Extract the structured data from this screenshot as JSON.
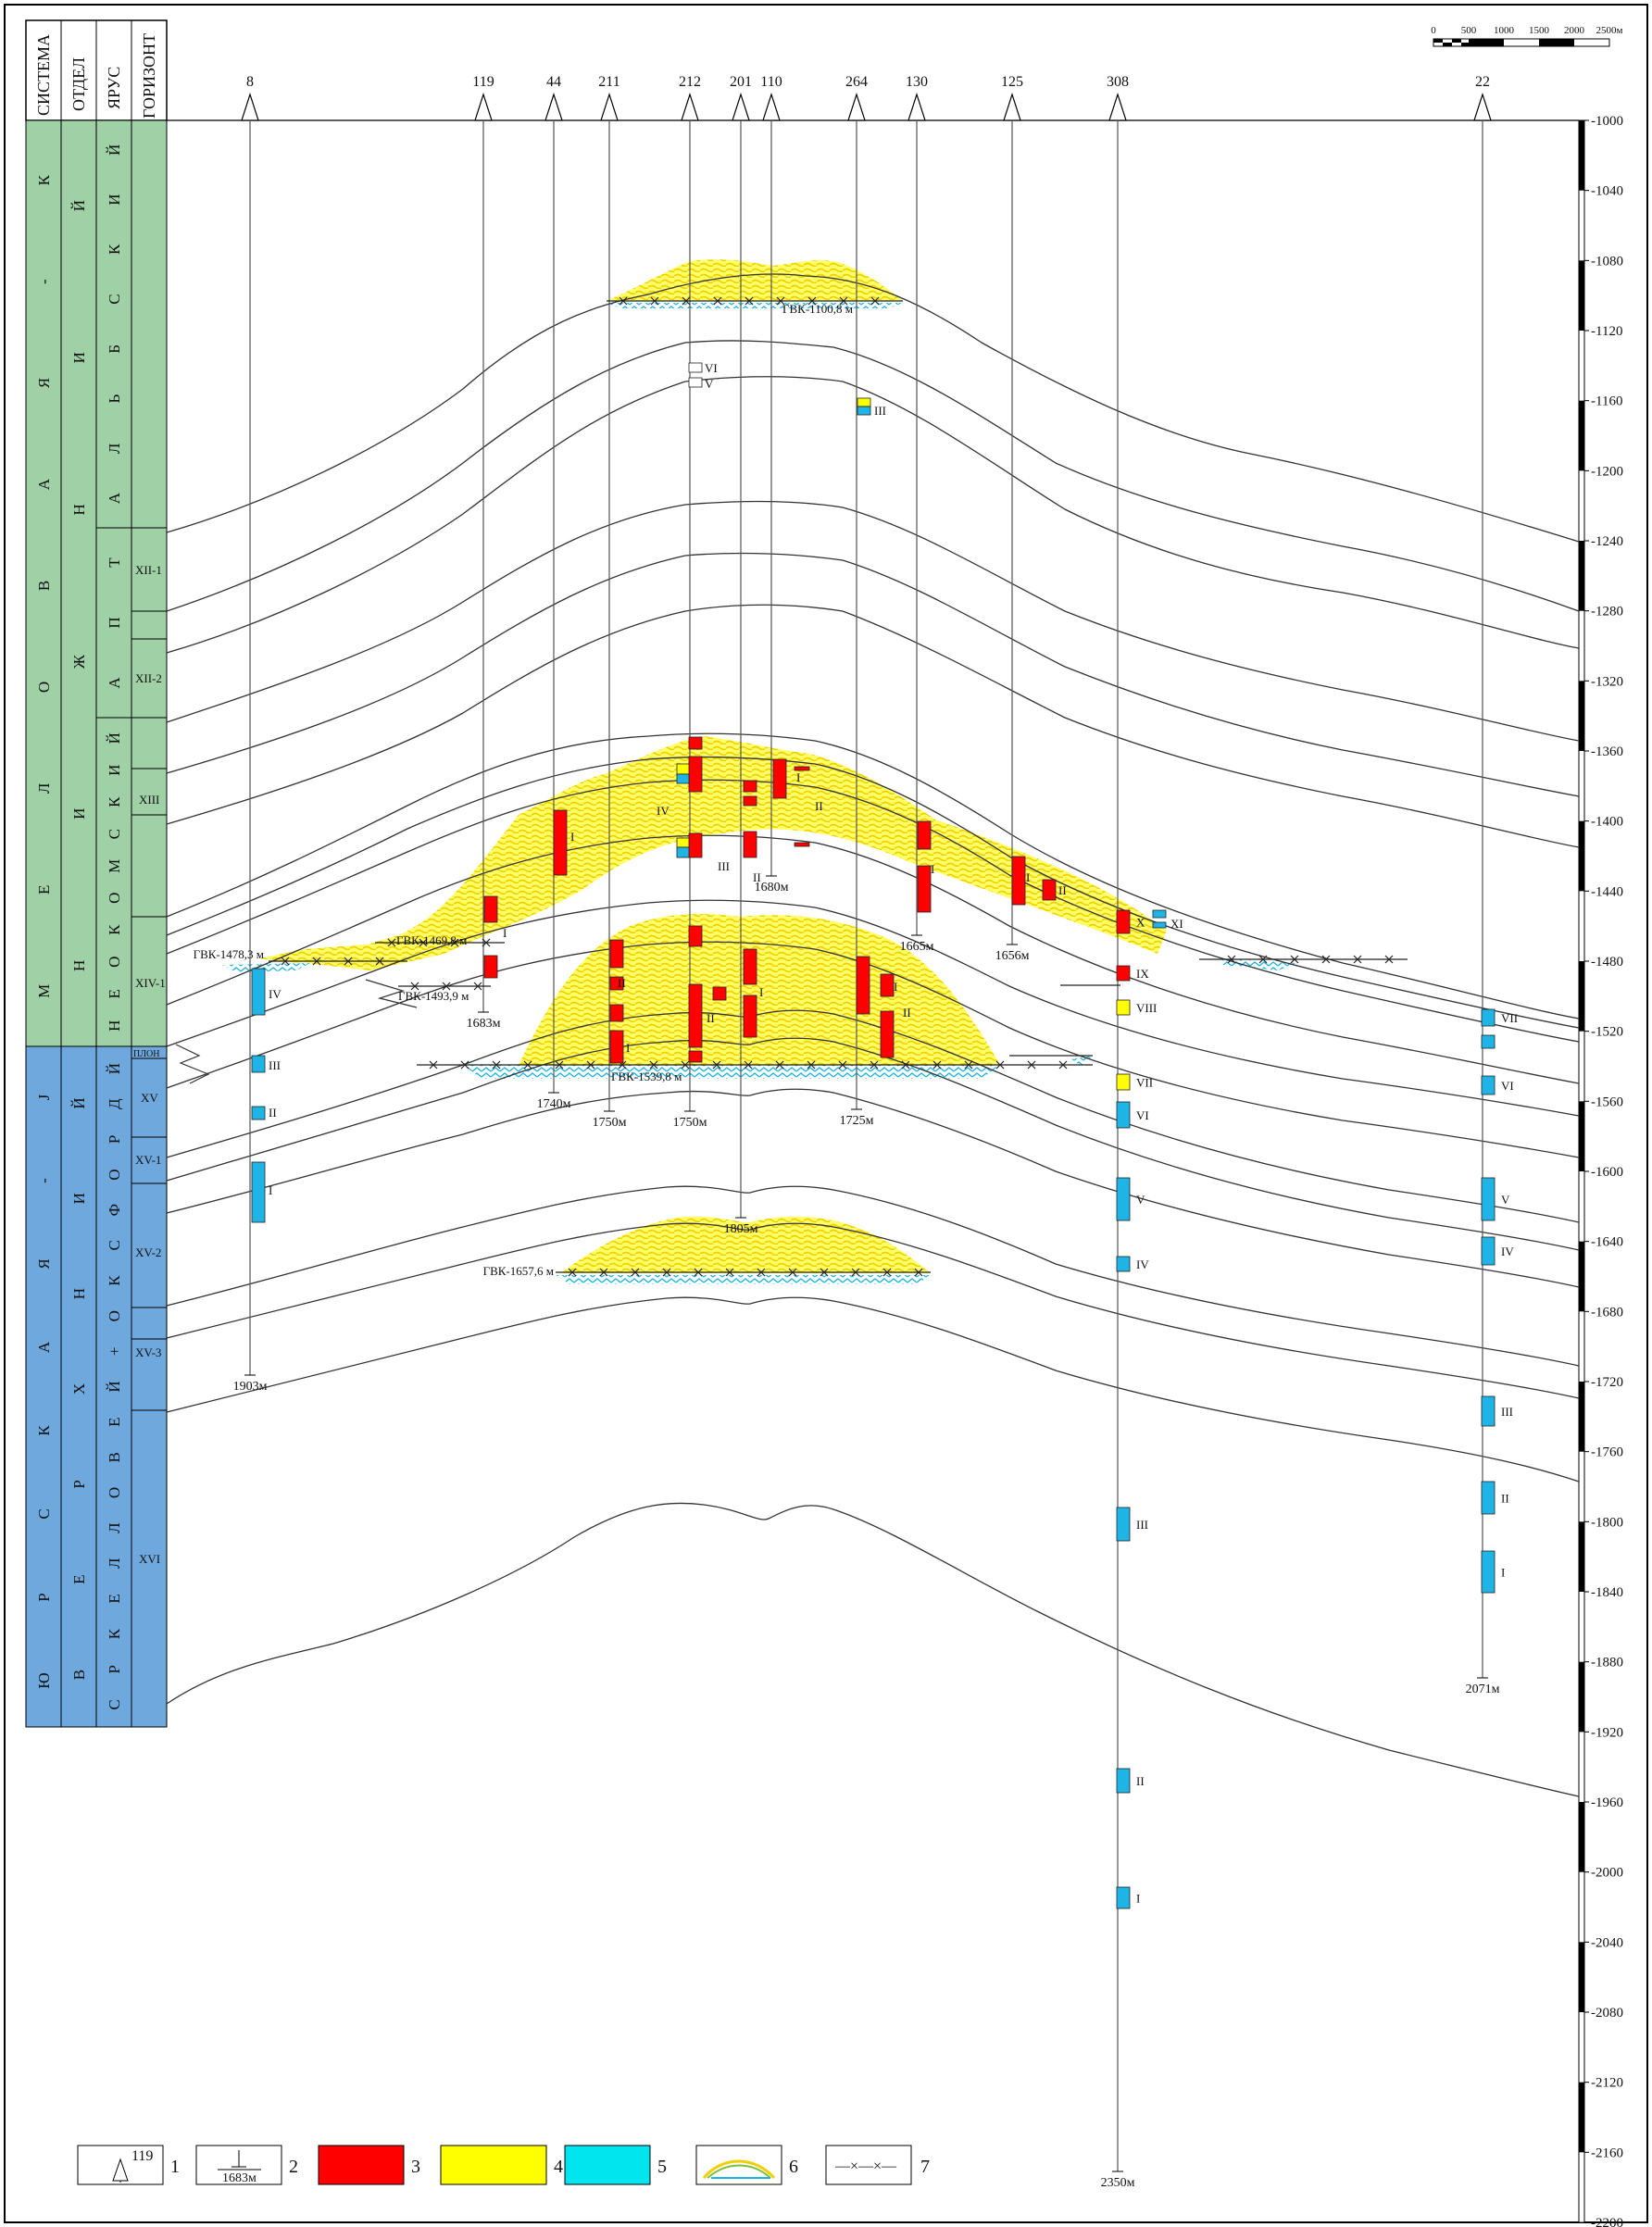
{
  "columns": {
    "headers": [
      "СИСТЕМА",
      "ОТДЕЛ",
      "ЯРУС",
      "ГОРИЗОНТ"
    ],
    "sistema": [
      {
        "text": "М Е Л О В А Я - К",
        "letters": [
          "К",
          "-",
          "Я",
          "А",
          "В",
          "О",
          "Л",
          "Е",
          "М"
        ],
        "color": "#9fd0a6"
      },
      {
        "text": "Ю Р С К А Я - J",
        "letters": [
          "J",
          "-",
          "Я",
          "А",
          "К",
          "С",
          "Р",
          "Ю"
        ],
        "color": "#6fa8dc"
      }
    ],
    "otdel": [
      {
        "letters": [
          "Й",
          "И",
          "Н",
          "Ж",
          "И",
          "Н"
        ],
        "color": "#9fd0a6"
      },
      {
        "letters": [
          "Й",
          "И",
          "Н",
          "Х",
          "Р",
          "Е",
          "В"
        ],
        "color": "#6fa8dc"
      }
    ],
    "yarus": [
      {
        "letters": [
          "Й",
          "И",
          "К",
          "С",
          "Б",
          "Ь",
          "Л",
          "А"
        ],
        "color": "#9fd0a6"
      },
      {
        "letters": [
          "Т",
          "П",
          "А"
        ],
        "color": "#9fd0a6"
      },
      {
        "letters": [
          "Й",
          "И",
          "К",
          "С",
          "М",
          "О",
          "К",
          "О",
          "Е",
          "Н"
        ],
        "color": "#9fd0a6"
      },
      {
        "letters": [
          "Й",
          "Д",
          "Р",
          "О",
          "Ф",
          "С",
          "К",
          "О",
          "+",
          "Й",
          "Е",
          "В",
          "О",
          "Л",
          "Л",
          "Е",
          "К",
          "Р",
          "С"
        ],
        "color": "#6fa8dc"
      }
    ],
    "gorizont": [
      "XII-1",
      "XII-2",
      "XIII",
      "XIV-1",
      "ПЛОН",
      "XV",
      "XV-1",
      "XV-2",
      "XV-3",
      "XVI"
    ]
  },
  "wells": [
    {
      "name": "8",
      "bottom": "1903м"
    },
    {
      "name": "119",
      "bottom": "1683м"
    },
    {
      "name": "44",
      "bottom": "1740м"
    },
    {
      "name": "211",
      "bottom": "1750м"
    },
    {
      "name": "212",
      "bottom": "1750м"
    },
    {
      "name": "201",
      "bottom": "1805м"
    },
    {
      "name": "110",
      "bottom": "1680м"
    },
    {
      "name": "264",
      "bottom": "1725м"
    },
    {
      "name": "130",
      "bottom": "1665м"
    },
    {
      "name": "125",
      "bottom": "1656м"
    },
    {
      "name": "308",
      "bottom": "2350м"
    },
    {
      "name": "22",
      "bottom": "2071м"
    }
  ],
  "contacts": [
    "ГВК-1100,8 м",
    "ГВК-1478,3 м",
    "ГВК-1469,8 м",
    "ГВК-1493,9 м",
    "ГВК-1539,8 м",
    "ГВК-1657,6 м"
  ],
  "depth_scale": {
    "min": -1000,
    "max": -2200,
    "step": 40,
    "ticks": [
      "-1000",
      "-1040",
      "-1080",
      "-1120",
      "-1160",
      "-1200",
      "-1240",
      "-1280",
      "-1320",
      "-1360",
      "-1400",
      "-1440",
      "-1480",
      "-1520",
      "-1560",
      "-1600",
      "-1640",
      "-1680",
      "-1720",
      "-1760",
      "-1800",
      "-1840",
      "-1880",
      "-1920",
      "-1960",
      "-2000",
      "-2040",
      "-2080",
      "-2120",
      "-2160",
      "-2200"
    ]
  },
  "bar_scale": {
    "labels": [
      "0",
      "500",
      "1000",
      "1500",
      "2000",
      "2500м"
    ]
  },
  "unit_labels": {
    "w212_small": [
      "VI",
      "V"
    ],
    "w264_small": "III",
    "w308": [
      "X",
      "XI",
      "IX",
      "VIII",
      "VII",
      "VI",
      "V",
      "IV",
      "III",
      "II",
      "I"
    ],
    "w22": [
      "VII",
      "VI",
      "V",
      "IV",
      "III",
      "II",
      "I"
    ],
    "w8": [
      "IV",
      "III",
      "II",
      "I"
    ],
    "crest": [
      "I",
      "II",
      "III",
      "IV"
    ]
  },
  "legend": {
    "items": [
      {
        "num": "1",
        "symbol": "well-head",
        "sample": "119"
      },
      {
        "num": "2",
        "symbol": "well-bottom",
        "sample": "1683м"
      },
      {
        "num": "3",
        "symbol": "box",
        "color": "#ff0000"
      },
      {
        "num": "4",
        "symbol": "box",
        "color": "#ffff00"
      },
      {
        "num": "5",
        "symbol": "box",
        "color": "#00e5ee"
      },
      {
        "num": "6",
        "symbol": "pool",
        "color": "#ffef00"
      },
      {
        "num": "7",
        "symbol": "contact-line",
        "sample": "—×—×—"
      }
    ]
  },
  "colors": {
    "gas": "#ff0000",
    "oil": "#ffff00",
    "water": "#1fb4e6",
    "cretaceous": "#9fd0a6",
    "jurassic": "#6fa8dc"
  }
}
